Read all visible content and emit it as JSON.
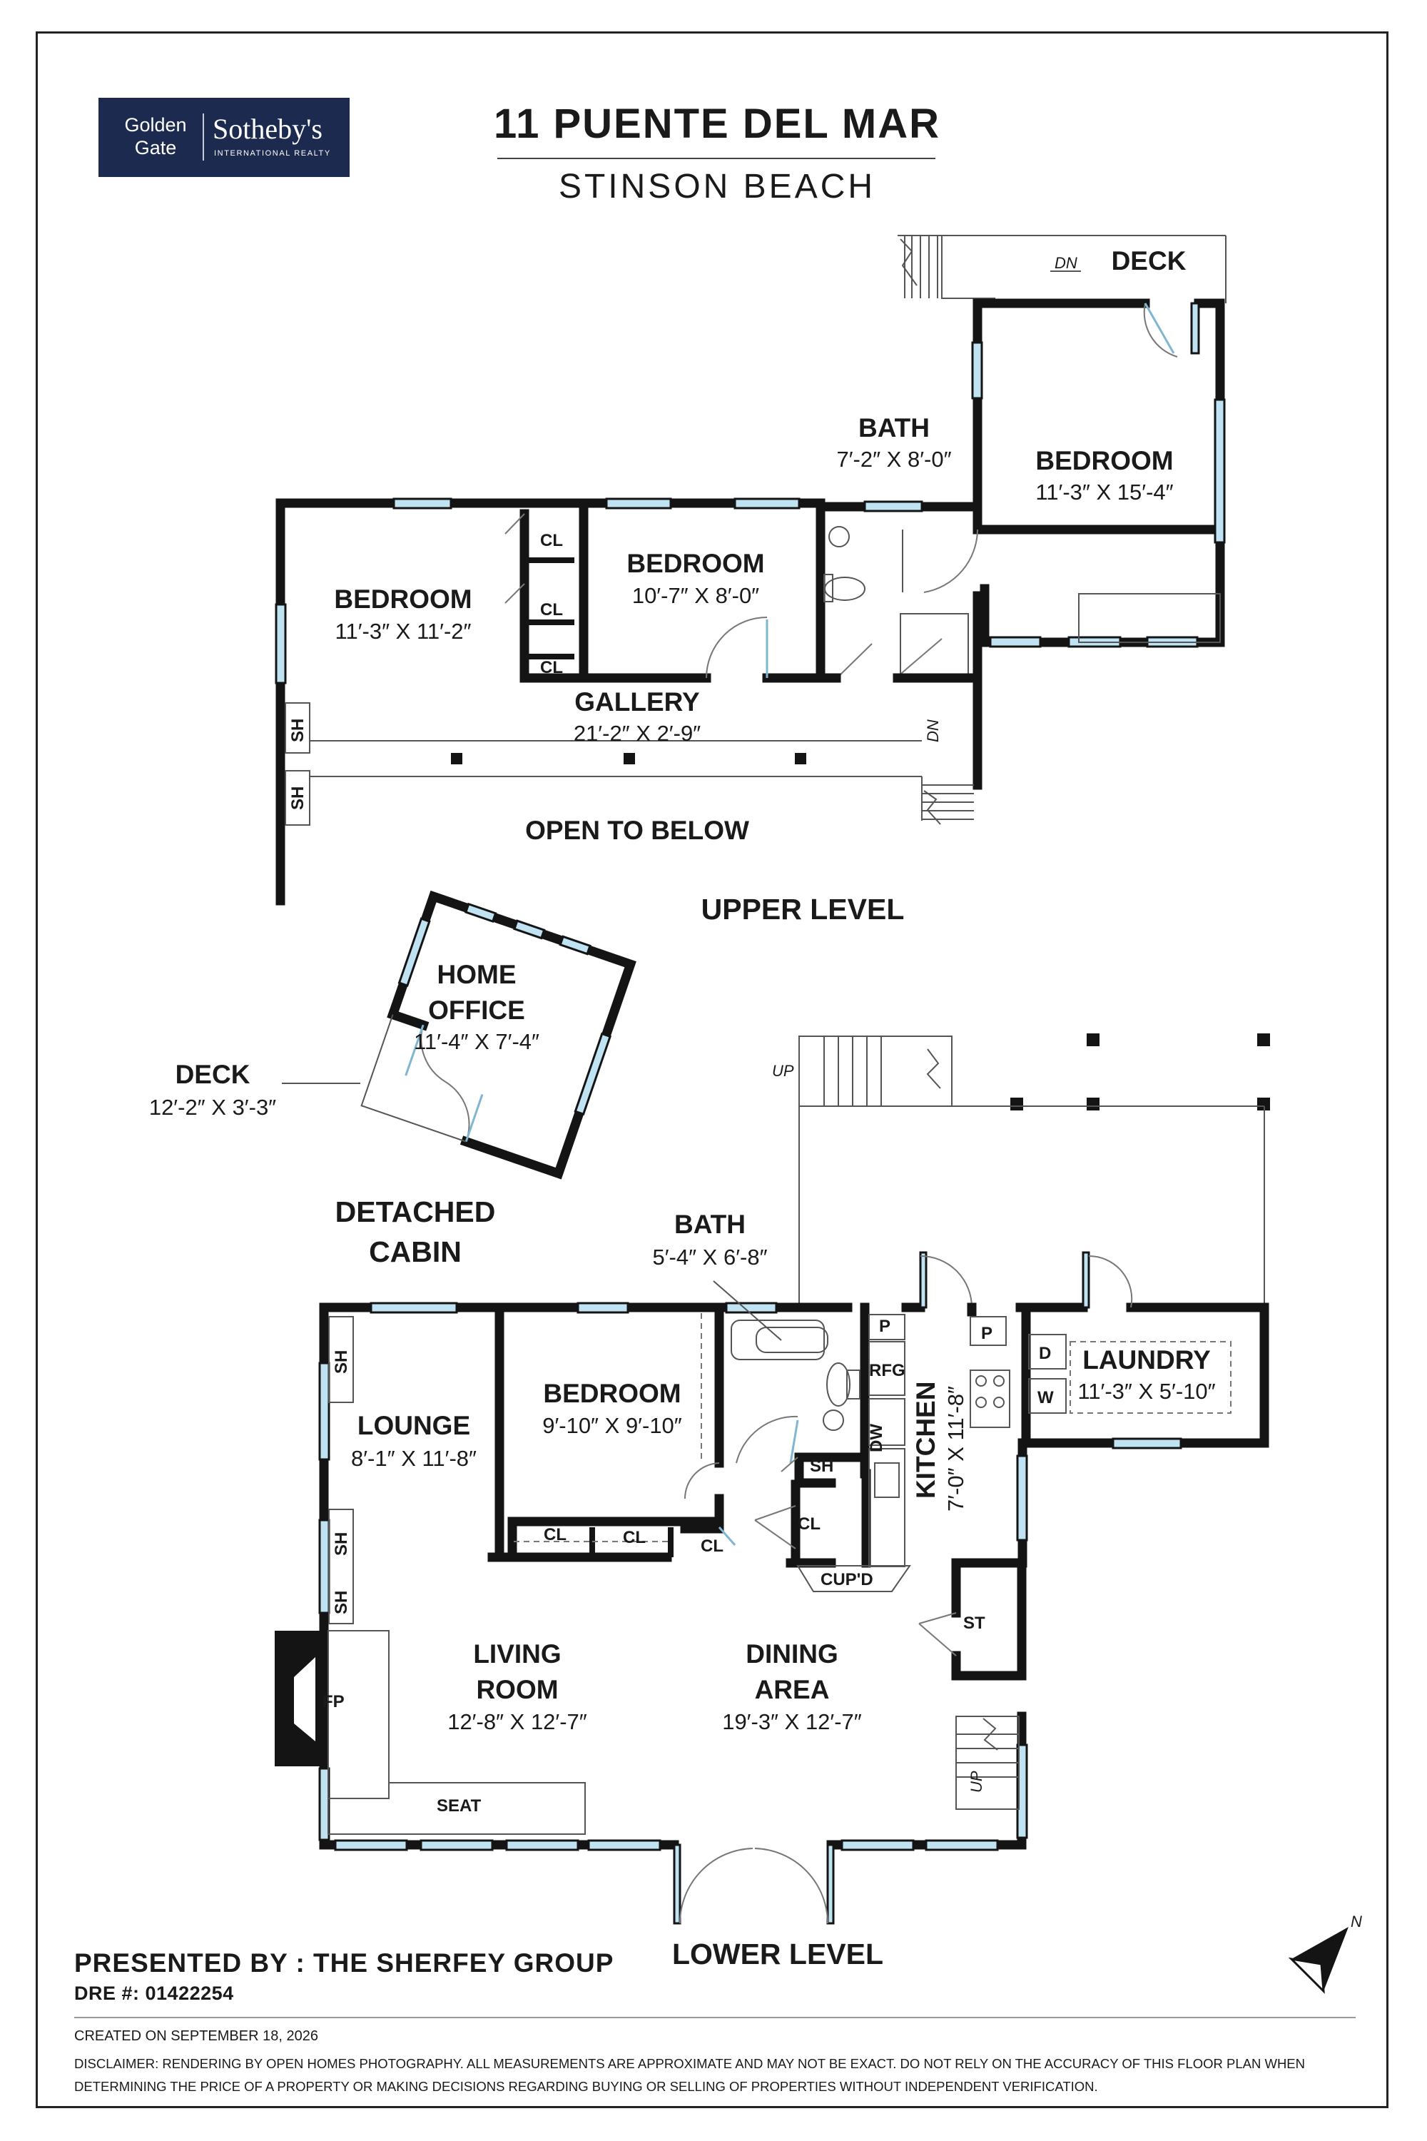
{
  "header": {
    "title": "11 PUENTE DEL MAR",
    "subtitle": "STINSON BEACH"
  },
  "logo": {
    "line1": "Golden",
    "line2": "Gate",
    "brand": "Sotheby's",
    "tagline": "INTERNATIONAL REALTY",
    "color": "#1b2a4e"
  },
  "upper_level": {
    "level_label": "UPPER LEVEL",
    "deck_label": "DECK",
    "dn_top": "DN",
    "dn_gallery": "DN",
    "bedroom_east": {
      "name": "BEDROOM",
      "dims": "11′-3″ X 15′-4″"
    },
    "bath": {
      "name": "BATH",
      "dims": "7′-2″ X 8′-0″"
    },
    "bedroom_middle": {
      "name": "BEDROOM",
      "dims": "10′-7″ X 8′-0″"
    },
    "bedroom_west": {
      "name": "BEDROOM",
      "dims": "11′-3″ X 11′-2″"
    },
    "gallery": {
      "name": "GALLERY",
      "dims": "21′-2″ X 2′-9″"
    },
    "closets": [
      "CL",
      "CL",
      "CL"
    ],
    "shelves": [
      "SH",
      "SH"
    ],
    "open_below": "OPEN TO BELOW"
  },
  "detached_cabin": {
    "title_line1": "DETACHED",
    "title_line2": "CABIN",
    "office_line1": "HOME",
    "office_line2": "OFFICE",
    "office_dims": "11′-4″ X 7′-4″",
    "deck_name": "DECK",
    "deck_dims": "12′-2″ X 3′-3″"
  },
  "lower_level": {
    "level_label": "LOWER LEVEL",
    "up_top": "UP",
    "up_side": "UP",
    "bath": {
      "name": "BATH",
      "dims": "5′-4″ X 6′-8″"
    },
    "lounge": {
      "name": "LOUNGE",
      "dims": "8′-1″ X 11′-8″"
    },
    "bedroom": {
      "name": "BEDROOM",
      "dims": "9′-10″ X 9′-10″"
    },
    "kitchen": {
      "name": "KITCHEN",
      "dims": "7′-0″ X 11′-8″"
    },
    "laundry": {
      "name": "LAUNDRY",
      "dims": "11′-3″ X 5′-10″"
    },
    "living_line1": "LIVING",
    "living_line2": "ROOM",
    "living_dims": "12′-8″ X 12′-7″",
    "dining_line1": "DINING",
    "dining_line2": "AREA",
    "dining_dims": "19′-3″ X 12′-7″",
    "fixtures": {
      "sh_lounge": [
        "SH",
        "SH",
        "SH"
      ],
      "sh_bath": "SH",
      "cl_bedroom": [
        "CL",
        "CL",
        "CL"
      ],
      "cl_hall": "CL",
      "pantry_a": "P",
      "pantry_b": "P",
      "fridge": "RFG",
      "dishwasher": "DW",
      "cupboard": "CUP'D",
      "storage": "ST",
      "dryer": "D",
      "washer": "W",
      "fireplace": "FP",
      "seat": "SEAT"
    }
  },
  "footer": {
    "presented": "PRESENTED BY : THE SHERFEY GROUP",
    "dre": "DRE #: 01422254",
    "created": "CREATED ON SEPTEMBER 18, 2026",
    "disclaimer": "DISCLAIMER: RENDERING BY OPEN HOMES PHOTOGRAPHY. ALL MEASUREMENTS ARE APPROXIMATE AND MAY NOT BE EXACT. DO NOT RELY ON THE ACCURACY OF THIS FLOOR PLAN WHEN DETERMINING THE PRICE OF A PROPERTY OR MAKING DECISIONS REGARDING BUYING OR SELLING OF PROPERTIES WITHOUT INDEPENDENT VERIFICATION.",
    "north_label": "N"
  },
  "colors": {
    "wall": "#141414",
    "window": "#bfe3f2",
    "logo_bg": "#1b2a4e"
  }
}
